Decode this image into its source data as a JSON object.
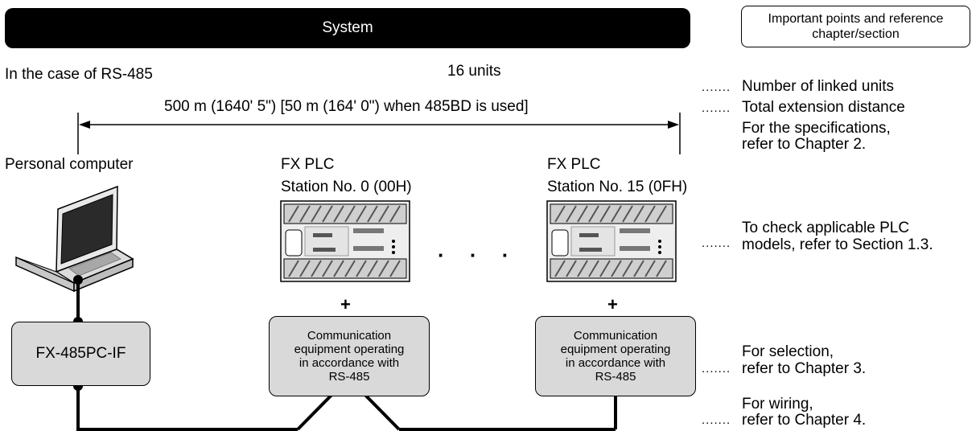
{
  "header": {
    "title": "System"
  },
  "reference_box": {
    "line1": "Important points and reference",
    "line2": "chapter/section"
  },
  "case_label": "In the case of RS-485",
  "units_label": "16 units",
  "distance_label": "500 m (1640' 5\") [50 m (164' 0\") when 485BD is used]",
  "pc_label": "Personal computer",
  "plc_left": {
    "title": "FX PLC",
    "station": "Station No. 0 (00H)"
  },
  "plc_right": {
    "title": "FX PLC",
    "station": "Station No. 15 (0FH)"
  },
  "plus_symbol": "+",
  "ellipsis": "· · ·",
  "pc_interface": {
    "label": "FX-485PC-IF"
  },
  "comm_box": {
    "line1": "Communication",
    "line2": "equipment operating",
    "line3": "in accordance with",
    "line4": "RS-485"
  },
  "notes": {
    "dots": ".......",
    "linked_units": "Number of linked units",
    "total_distance": "Total extension distance",
    "spec_line1": "For the specifications,",
    "spec_line2": "refer to Chapter 2.",
    "plc_line1": "To check applicable PLC",
    "plc_line2": "models, refer to Section 1.3.",
    "selection_line1": "For selection,",
    "selection_line2": "refer to Chapter 3.",
    "wiring_line1": "For wiring,",
    "wiring_line2": "refer to Chapter 4."
  }
}
